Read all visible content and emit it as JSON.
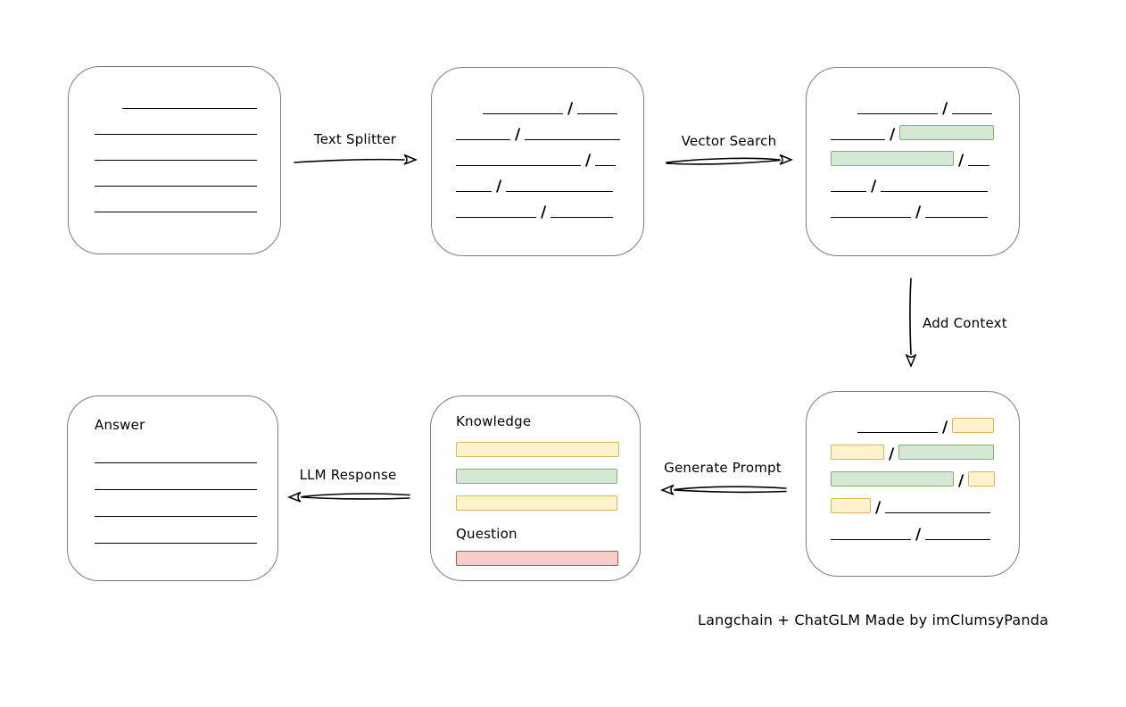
{
  "caption": "Langchain + ChatGLM Made by imClumsyPanda",
  "labels": {
    "text_splitter": "Text Splitter",
    "vector_search": "Vector Search",
    "add_context": "Add Context",
    "generate_prompt": "Generate Prompt",
    "llm_response": "LLM Response",
    "knowledge": "Knowledge",
    "question": "Question",
    "answer": "Answer"
  },
  "colors": {
    "ink": "#000000",
    "box_border": "#7b7b7b",
    "chip_green_fill": "#d5e8d4",
    "chip_green_border": "#82b366",
    "chip_yellow_fill": "#fff2cc",
    "chip_yellow_border": "#d6b656",
    "chip_red_fill": "#f8cecc",
    "chip_red_border": "#b85450"
  },
  "boxes": {
    "document": {
      "rows": [
        {
          "indent": 31,
          "parts": [
            {
              "t": "line",
              "w": 151
            }
          ]
        },
        {
          "parts": [
            {
              "t": "line",
              "w": 182
            }
          ]
        },
        {
          "parts": [
            {
              "t": "line",
              "w": 182
            }
          ]
        },
        {
          "parts": [
            {
              "t": "line",
              "w": 182
            }
          ]
        },
        {
          "parts": [
            {
              "t": "line",
              "w": 182
            }
          ]
        }
      ]
    },
    "split_text": {
      "rows": [
        {
          "indent": 30,
          "parts": [
            {
              "t": "line",
              "w": 90
            },
            {
              "t": "line",
              "w": 45
            }
          ]
        },
        {
          "parts": [
            {
              "t": "line",
              "w": 61
            },
            {
              "t": "line",
              "w": 107
            }
          ]
        },
        {
          "parts": [
            {
              "t": "line",
              "w": 140
            },
            {
              "t": "line",
              "w": 23
            }
          ]
        },
        {
          "parts": [
            {
              "t": "line",
              "w": 40
            },
            {
              "t": "line",
              "w": 120
            }
          ]
        },
        {
          "parts": [
            {
              "t": "line",
              "w": 90
            },
            {
              "t": "line",
              "w": 70
            }
          ]
        }
      ]
    },
    "search_result": {
      "rows": [
        {
          "indent": 30,
          "parts": [
            {
              "t": "line",
              "w": 90
            },
            {
              "t": "line",
              "w": 45
            }
          ]
        },
        {
          "parts": [
            {
              "t": "line",
              "w": 61
            },
            {
              "t": "green",
              "w": 106
            }
          ]
        },
        {
          "parts": [
            {
              "t": "green",
              "w": 138
            },
            {
              "t": "line",
              "w": 24
            }
          ]
        },
        {
          "parts": [
            {
              "t": "line",
              "w": 40
            },
            {
              "t": "line",
              "w": 120
            }
          ]
        },
        {
          "parts": [
            {
              "t": "line",
              "w": 90
            },
            {
              "t": "line",
              "w": 70
            }
          ]
        }
      ]
    },
    "context": {
      "rows": [
        {
          "indent": 30,
          "parts": [
            {
              "t": "line",
              "w": 90
            },
            {
              "t": "yellow",
              "w": 47
            }
          ]
        },
        {
          "parts": [
            {
              "t": "yellow",
              "w": 60
            },
            {
              "t": "green",
              "w": 107
            }
          ]
        },
        {
          "parts": [
            {
              "t": "green",
              "w": 138
            },
            {
              "t": "yellow",
              "w": 30
            }
          ]
        },
        {
          "parts": [
            {
              "t": "yellow",
              "w": 45
            },
            {
              "t": "line",
              "w": 118
            }
          ]
        },
        {
          "parts": [
            {
              "t": "line",
              "w": 90
            },
            {
              "t": "line",
              "w": 73
            }
          ]
        }
      ]
    },
    "prompt": {
      "knowledge_rows": [
        {
          "parts": [
            {
              "t": "yellow",
              "w": 183
            }
          ]
        },
        {
          "parts": [
            {
              "t": "green",
              "w": 181
            }
          ]
        },
        {
          "parts": [
            {
              "t": "yellow",
              "w": 181
            }
          ]
        }
      ],
      "question_rows": [
        {
          "parts": [
            {
              "t": "red",
              "w": 182
            }
          ]
        }
      ]
    },
    "answer": {
      "rows": [
        {
          "parts": [
            {
              "t": "line",
              "w": 182
            }
          ]
        },
        {
          "parts": [
            {
              "t": "line",
              "w": 182
            }
          ]
        },
        {
          "parts": [
            {
              "t": "line",
              "w": 182
            }
          ]
        },
        {
          "parts": [
            {
              "t": "line",
              "w": 182
            }
          ]
        }
      ]
    }
  }
}
